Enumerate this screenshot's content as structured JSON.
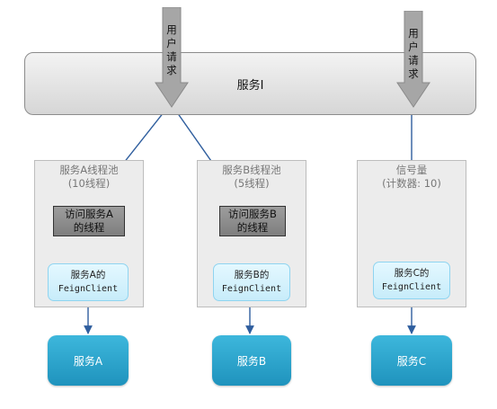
{
  "service_i": {
    "label": "服务I"
  },
  "requests": [
    {
      "label_lines": [
        "用",
        "户",
        "请",
        "求"
      ]
    },
    {
      "label_lines": [
        "用",
        "户",
        "请",
        "求"
      ]
    }
  ],
  "pools": [
    {
      "title_line1": "服务A线程池",
      "title_line2": "(10线程)",
      "thread_line1": "访问服务A",
      "thread_line2": "的线程",
      "feign_line1": "服务A的",
      "feign_line2": "FeignClient",
      "service": "服务A"
    },
    {
      "title_line1": "服务B线程池",
      "title_line2": "(5线程)",
      "thread_line1": "访问服务B",
      "thread_line2": "的线程",
      "feign_line1": "服务B的",
      "feign_line2": "FeignClient",
      "service": "服务B"
    },
    {
      "title_line1": "信号量",
      "title_line2": "(计数器: 10)",
      "feign_line1": "服务C的",
      "feign_line2": "FeignClient",
      "service": "服务C"
    }
  ],
  "colors": {
    "arrow": "#2f5e9e",
    "service_fill": "#27a3cc",
    "feign_fill": "#d3f1fc",
    "request_arrow": "#a6a6a6"
  },
  "icons": {
    "request_arrow": "down-arrow-icon"
  }
}
